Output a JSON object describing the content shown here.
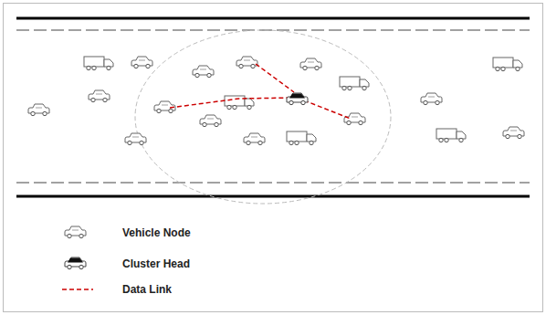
{
  "diagram": {
    "legend": [
      {
        "text": "Vehicle Node"
      },
      {
        "text": "Cluster Head"
      },
      {
        "text": "Data Link"
      }
    ]
  }
}
